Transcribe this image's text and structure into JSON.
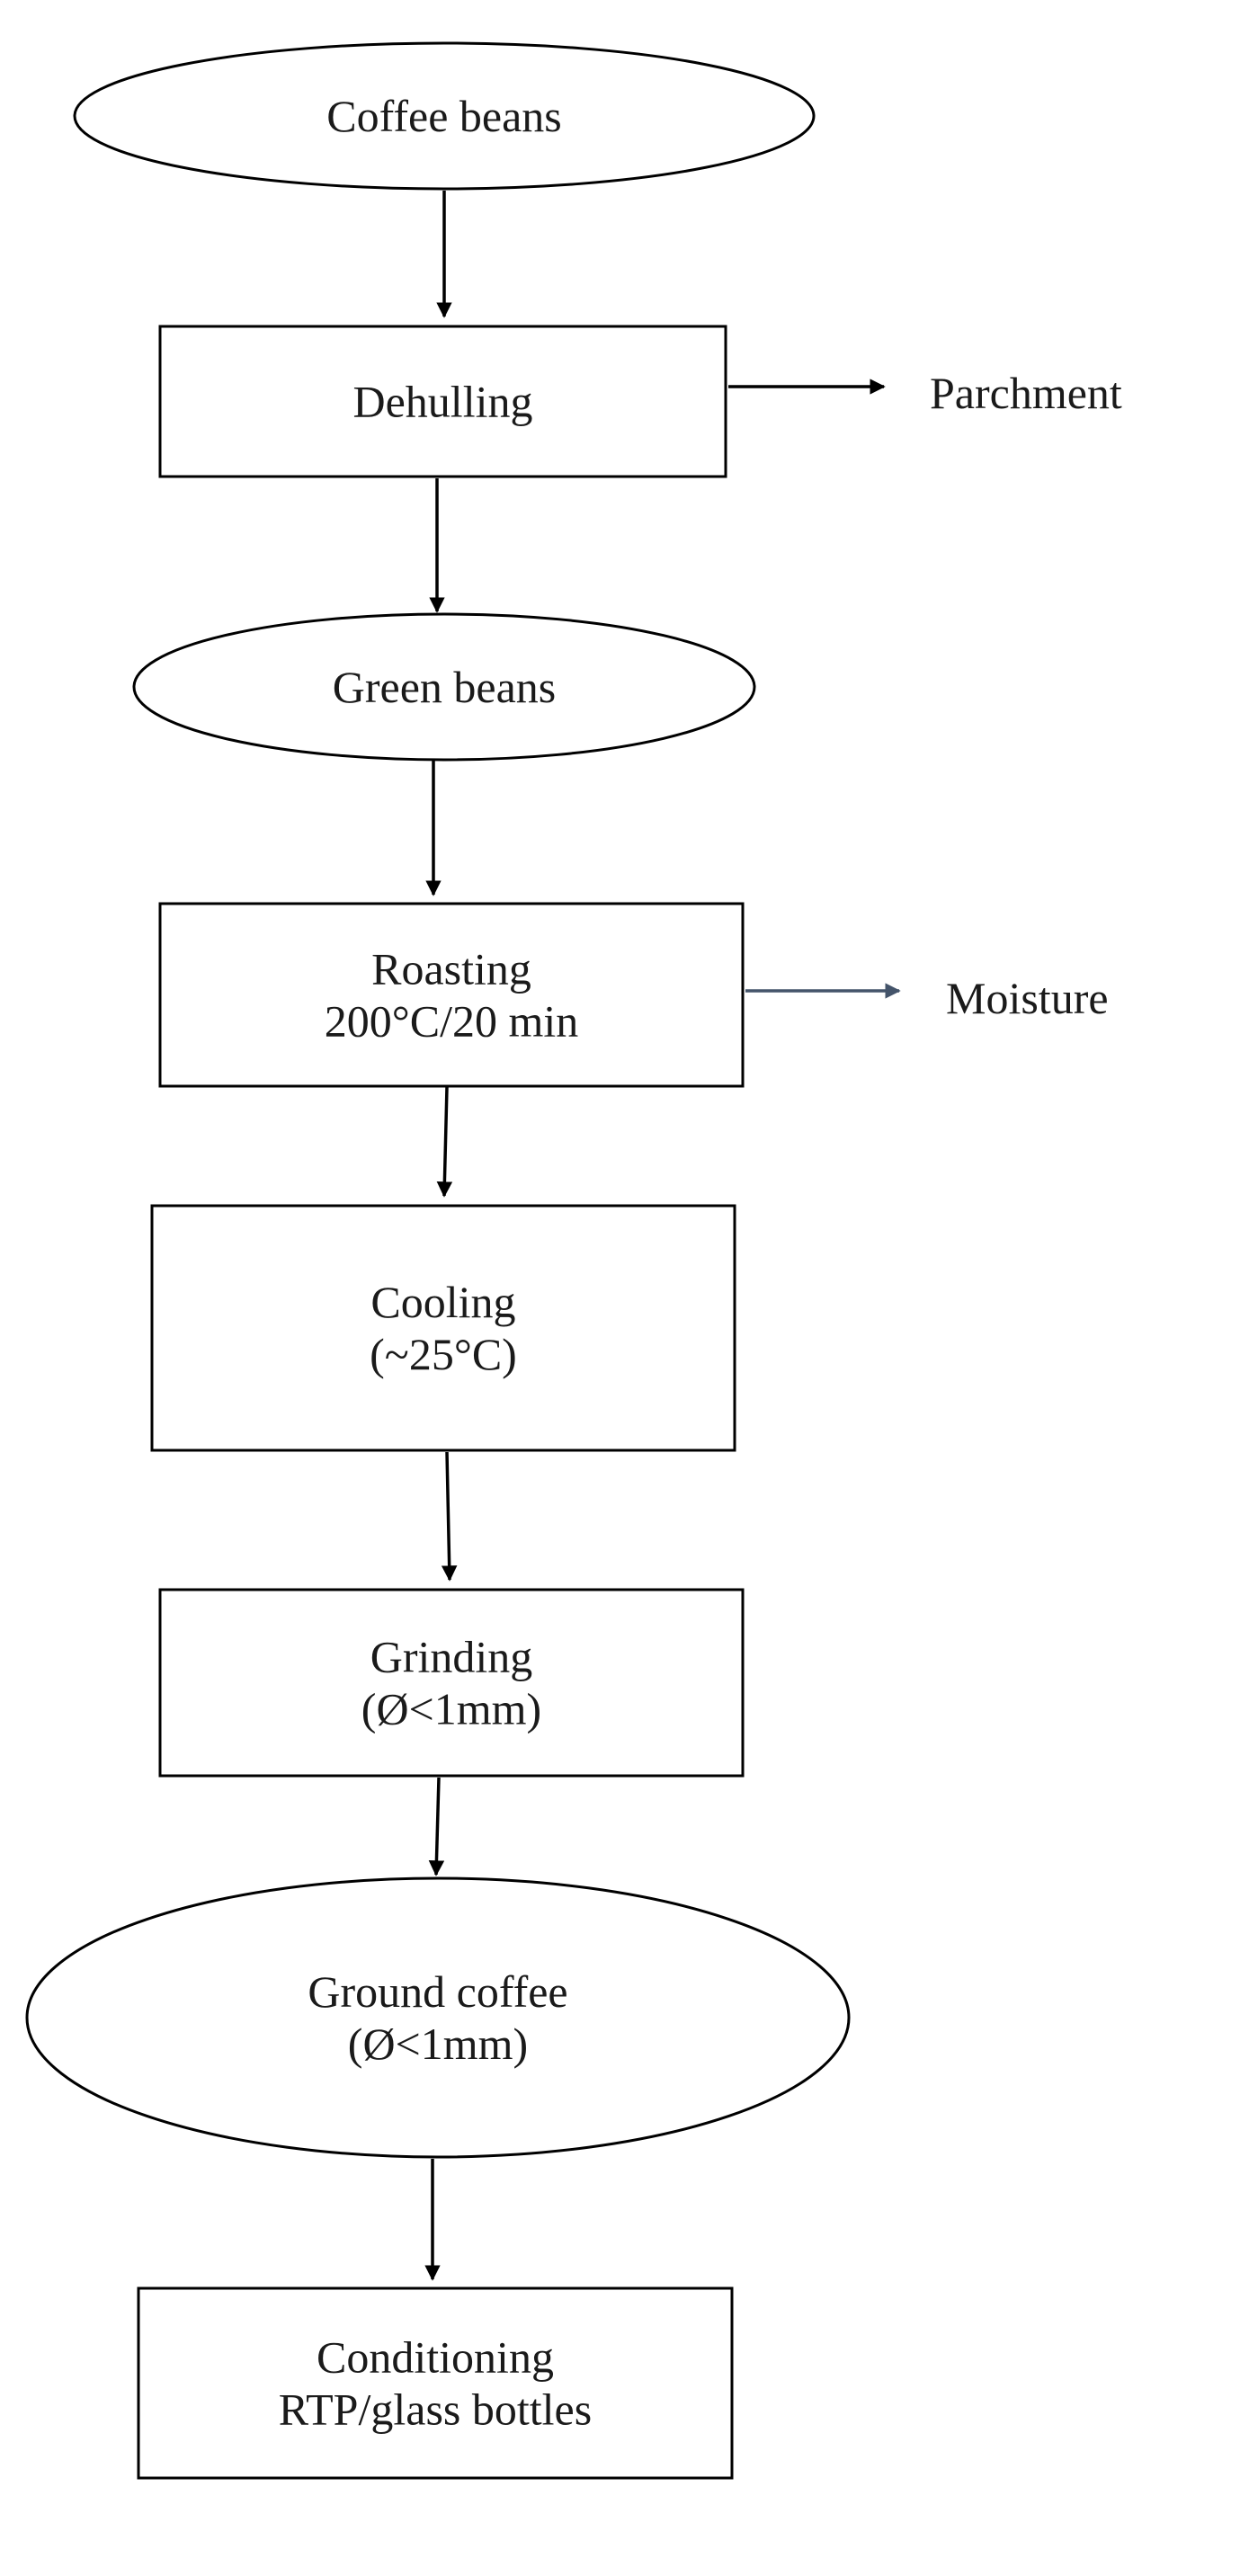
{
  "nodes": [
    {
      "id": "coffee-beans",
      "lines": [
        "Coffee beans"
      ]
    },
    {
      "id": "dehulling",
      "lines": [
        "Dehulling"
      ]
    },
    {
      "id": "green-beans",
      "lines": [
        "Green beans"
      ]
    },
    {
      "id": "roasting",
      "lines": [
        "Roasting",
        "200°C/20 min"
      ]
    },
    {
      "id": "cooling",
      "lines": [
        "Cooling",
        "(~25°C)"
      ]
    },
    {
      "id": "grinding",
      "lines": [
        "Grinding",
        "(Ø<1mm)"
      ]
    },
    {
      "id": "ground-coffee",
      "lines": [
        "Ground coffee",
        "(Ø<1mm)"
      ]
    },
    {
      "id": "conditioning",
      "lines": [
        "Conditioning",
        "RTP/glass bottles"
      ]
    }
  ],
  "side_outputs": [
    {
      "id": "parchment",
      "label": "Parchment",
      "from": "dehulling"
    },
    {
      "id": "moisture",
      "label": "Moisture",
      "from": "roasting"
    }
  ],
  "edges": [
    {
      "from": "coffee-beans",
      "to": "dehulling"
    },
    {
      "from": "dehulling",
      "to": "green-beans"
    },
    {
      "from": "green-beans",
      "to": "roasting"
    },
    {
      "from": "roasting",
      "to": "cooling"
    },
    {
      "from": "cooling",
      "to": "grinding"
    },
    {
      "from": "grinding",
      "to": "ground-coffee"
    },
    {
      "from": "ground-coffee",
      "to": "conditioning"
    },
    {
      "from": "dehulling",
      "to": "parchment"
    },
    {
      "from": "roasting",
      "to": "moisture"
    }
  ],
  "colors": {
    "line": "#000000",
    "moisture_arrow": "#44546a",
    "text": "#1a1a1a"
  }
}
